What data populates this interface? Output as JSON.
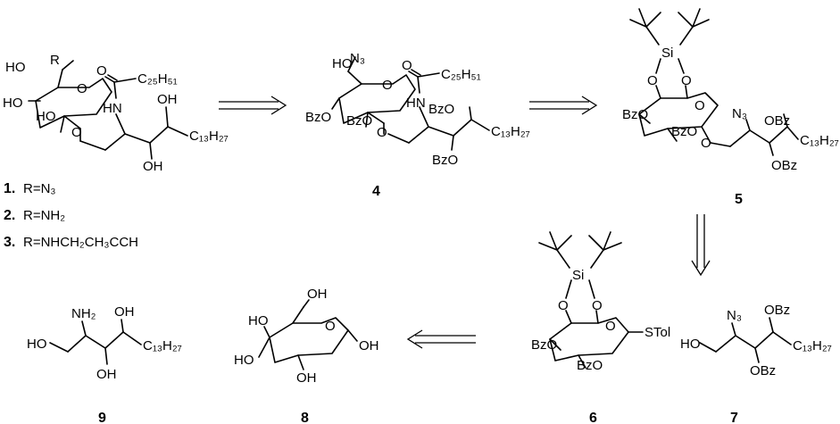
{
  "compounds": [
    {
      "id": "1",
      "label": "1."
    },
    {
      "id": "4",
      "label": "4"
    },
    {
      "id": "5",
      "label": "5"
    },
    {
      "id": "6",
      "label": "6"
    },
    {
      "id": "7",
      "label": "7"
    },
    {
      "id": "8",
      "label": "8"
    },
    {
      "id": "9",
      "label": "9"
    }
  ],
  "substituent_list": [
    {
      "number": "1.",
      "text": "R=N₃"
    },
    {
      "number": "2.",
      "text": "R=NH₂"
    },
    {
      "number": "3.",
      "text": "R=NHCH₂CH₃CCH"
    }
  ],
  "atoms": {
    "R": "R",
    "HO": "HO",
    "OH": "OH",
    "O": "O",
    "NH": "HN",
    "N3": "N₃",
    "BzO": "BzO",
    "OBz": "OBz",
    "Si": "Si",
    "STol": "STol",
    "NH2": "NH₂",
    "C25H51": "C₂₅H₅₁",
    "C13H27": "C₁₃H₂₇"
  },
  "arrows": [
    {
      "from": "1",
      "to": "4",
      "direction": "right"
    },
    {
      "from": "4",
      "to": "5",
      "direction": "right"
    },
    {
      "from": "5",
      "to": "7",
      "direction": "down"
    },
    {
      "from": "6",
      "to": "8",
      "direction": "left"
    }
  ]
}
